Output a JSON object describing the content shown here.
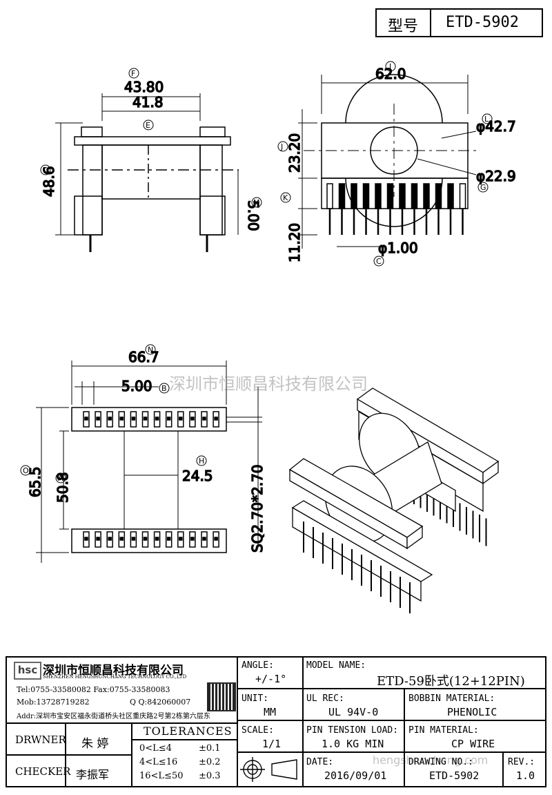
{
  "header": {
    "type_label": "型号",
    "model": "ETD-5902"
  },
  "watermark": {
    "company_cn": "深圳市恒顺昌科技有限公司",
    "url": "hengshunchang.com"
  },
  "dimensions": {
    "side_view": {
      "overall_width": "43.80",
      "inner_width": "41.8",
      "height": "48.6",
      "pin_offset": "5.00",
      "tags": {
        "F": "F",
        "E": "E",
        "D": "D",
        "M": "M"
      }
    },
    "front_view": {
      "width": "62.0",
      "top_height": "23.20",
      "outer_dia": "φ42.7",
      "inner_dia": "φ22.9",
      "pin_length": "11.20",
      "pin_dia": "φ1.00",
      "tags": {
        "I": "I",
        "J": "J",
        "L": "L",
        "G": "G",
        "K": "K",
        "C": "C"
      }
    },
    "bottom_view": {
      "overall": "66.7",
      "pitch": "5.00",
      "row_span": "24.5",
      "outer_len": "65.5",
      "inner_len": "50.8",
      "pin_sq": "SQ2.70*2.70",
      "tags": {
        "N": "N",
        "B": "B",
        "H": "H",
        "O": "O",
        "A": "A"
      }
    }
  },
  "company": {
    "name": "深圳市恒顺昌科技有限公司",
    "name_en": "SHENZHEN HENGSHUNCHANG TECHNOLOGY CO.,LTD",
    "tel": "Tel:0755-33580082 Fax:0755-33580083",
    "mob": "Mob:13728719282",
    "qq": "Q  Q:842060007",
    "addr": "Addr:深圳市宝安区福永街道桥头社区重庆路2号第2栋第六层东"
  },
  "title_block": {
    "angle_label": "ANGLE:",
    "angle_value": "+/-1°",
    "unit_label": "UNIT:",
    "unit_value": "MM",
    "scale_label": "SCALE:",
    "scale_value": "1/1",
    "model_label": "MODEL NAME:",
    "model_value": "ETD-59卧式(12+12PIN)",
    "ulrec_label": "UL REC:",
    "ulrec_value": "UL 94V-0",
    "bobbin_label": "BOBBIN MATERIAL:",
    "bobbin_value": "PHENOLIC",
    "tension_label": "PIN TENSION LOAD:",
    "tension_value": "1.0 KG MIN",
    "pinmat_label": "PIN MATERIAL:",
    "pinmat_value": "CP WIRE",
    "date_label": "DATE:",
    "date_value": "2016/09/01",
    "drawno_label": "DRAWING NO.:",
    "drawno_value": "ETD-5902",
    "rev_label": "REV.:",
    "rev_value": "1.0",
    "drawner_label": "DRWNER",
    "drawner_value": "朱 婷",
    "checker_label": "CHECKER",
    "checker_value": "李振军",
    "tol_title": "TOLERANCES",
    "tol_rows": [
      {
        "range": "0<L≤4",
        "tol": "±0.1"
      },
      {
        "range": "4<L≤16",
        "tol": "±0.2"
      },
      {
        "range": "16<L≤50",
        "tol": "±0.3"
      }
    ]
  }
}
